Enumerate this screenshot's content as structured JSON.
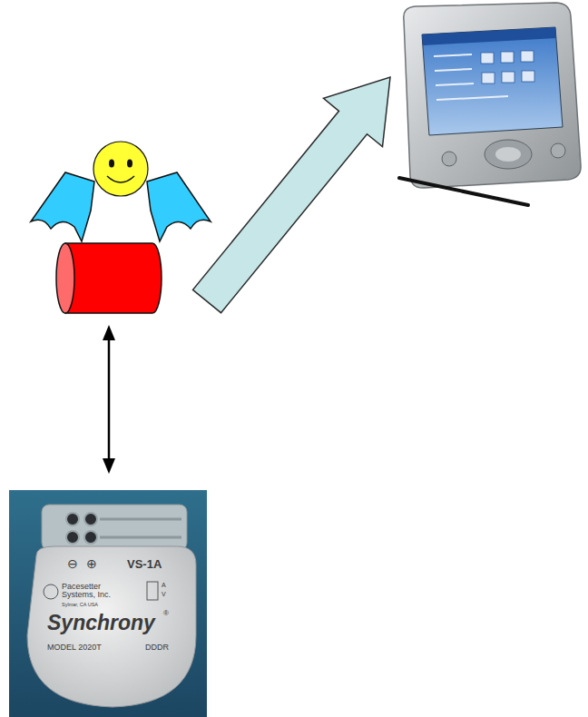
{
  "diagram": {
    "labels": [
      "⊖",
      "⊕",
      "VS-1A",
      "Pacesetter Systems, Inc.",
      "Sylmar, CA USA",
      "A",
      "V",
      "Synchrony",
      "®",
      "MODEL 2020T",
      "DDDR"
    ]
  }
}
